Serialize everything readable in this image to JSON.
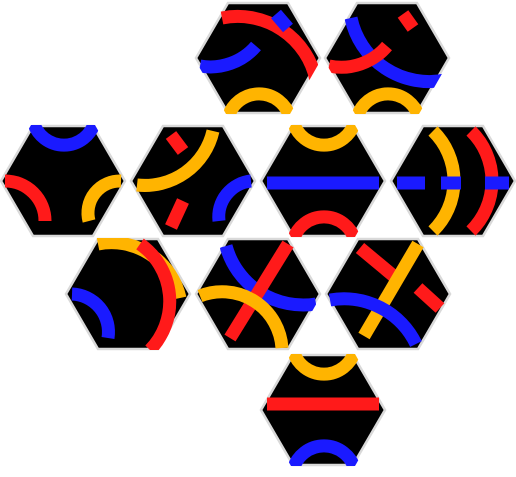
{
  "game": {
    "name": "",
    "colors": {
      "tile": "#000000",
      "tile_border": "#d9d9d9",
      "background": "#ffffff",
      "red": "#ff1a1a",
      "blue": "#1a1aff",
      "yellow": "#ffb400"
    },
    "tiles": [
      {
        "id": "tile-1",
        "row": 0,
        "col": 2
      },
      {
        "id": "tile-2",
        "row": 0,
        "col": 3
      },
      {
        "id": "tile-3",
        "row": 1,
        "col": 0
      },
      {
        "id": "tile-4",
        "row": 1,
        "col": 1
      },
      {
        "id": "tile-5",
        "row": 1,
        "col": 2
      },
      {
        "id": "tile-6",
        "row": 1,
        "col": 3
      },
      {
        "id": "tile-7",
        "row": 2,
        "col": 1
      },
      {
        "id": "tile-8",
        "row": 2,
        "col": 2
      },
      {
        "id": "tile-9",
        "row": 2,
        "col": 3
      },
      {
        "id": "tile-10",
        "row": 3,
        "col": 2
      }
    ]
  }
}
